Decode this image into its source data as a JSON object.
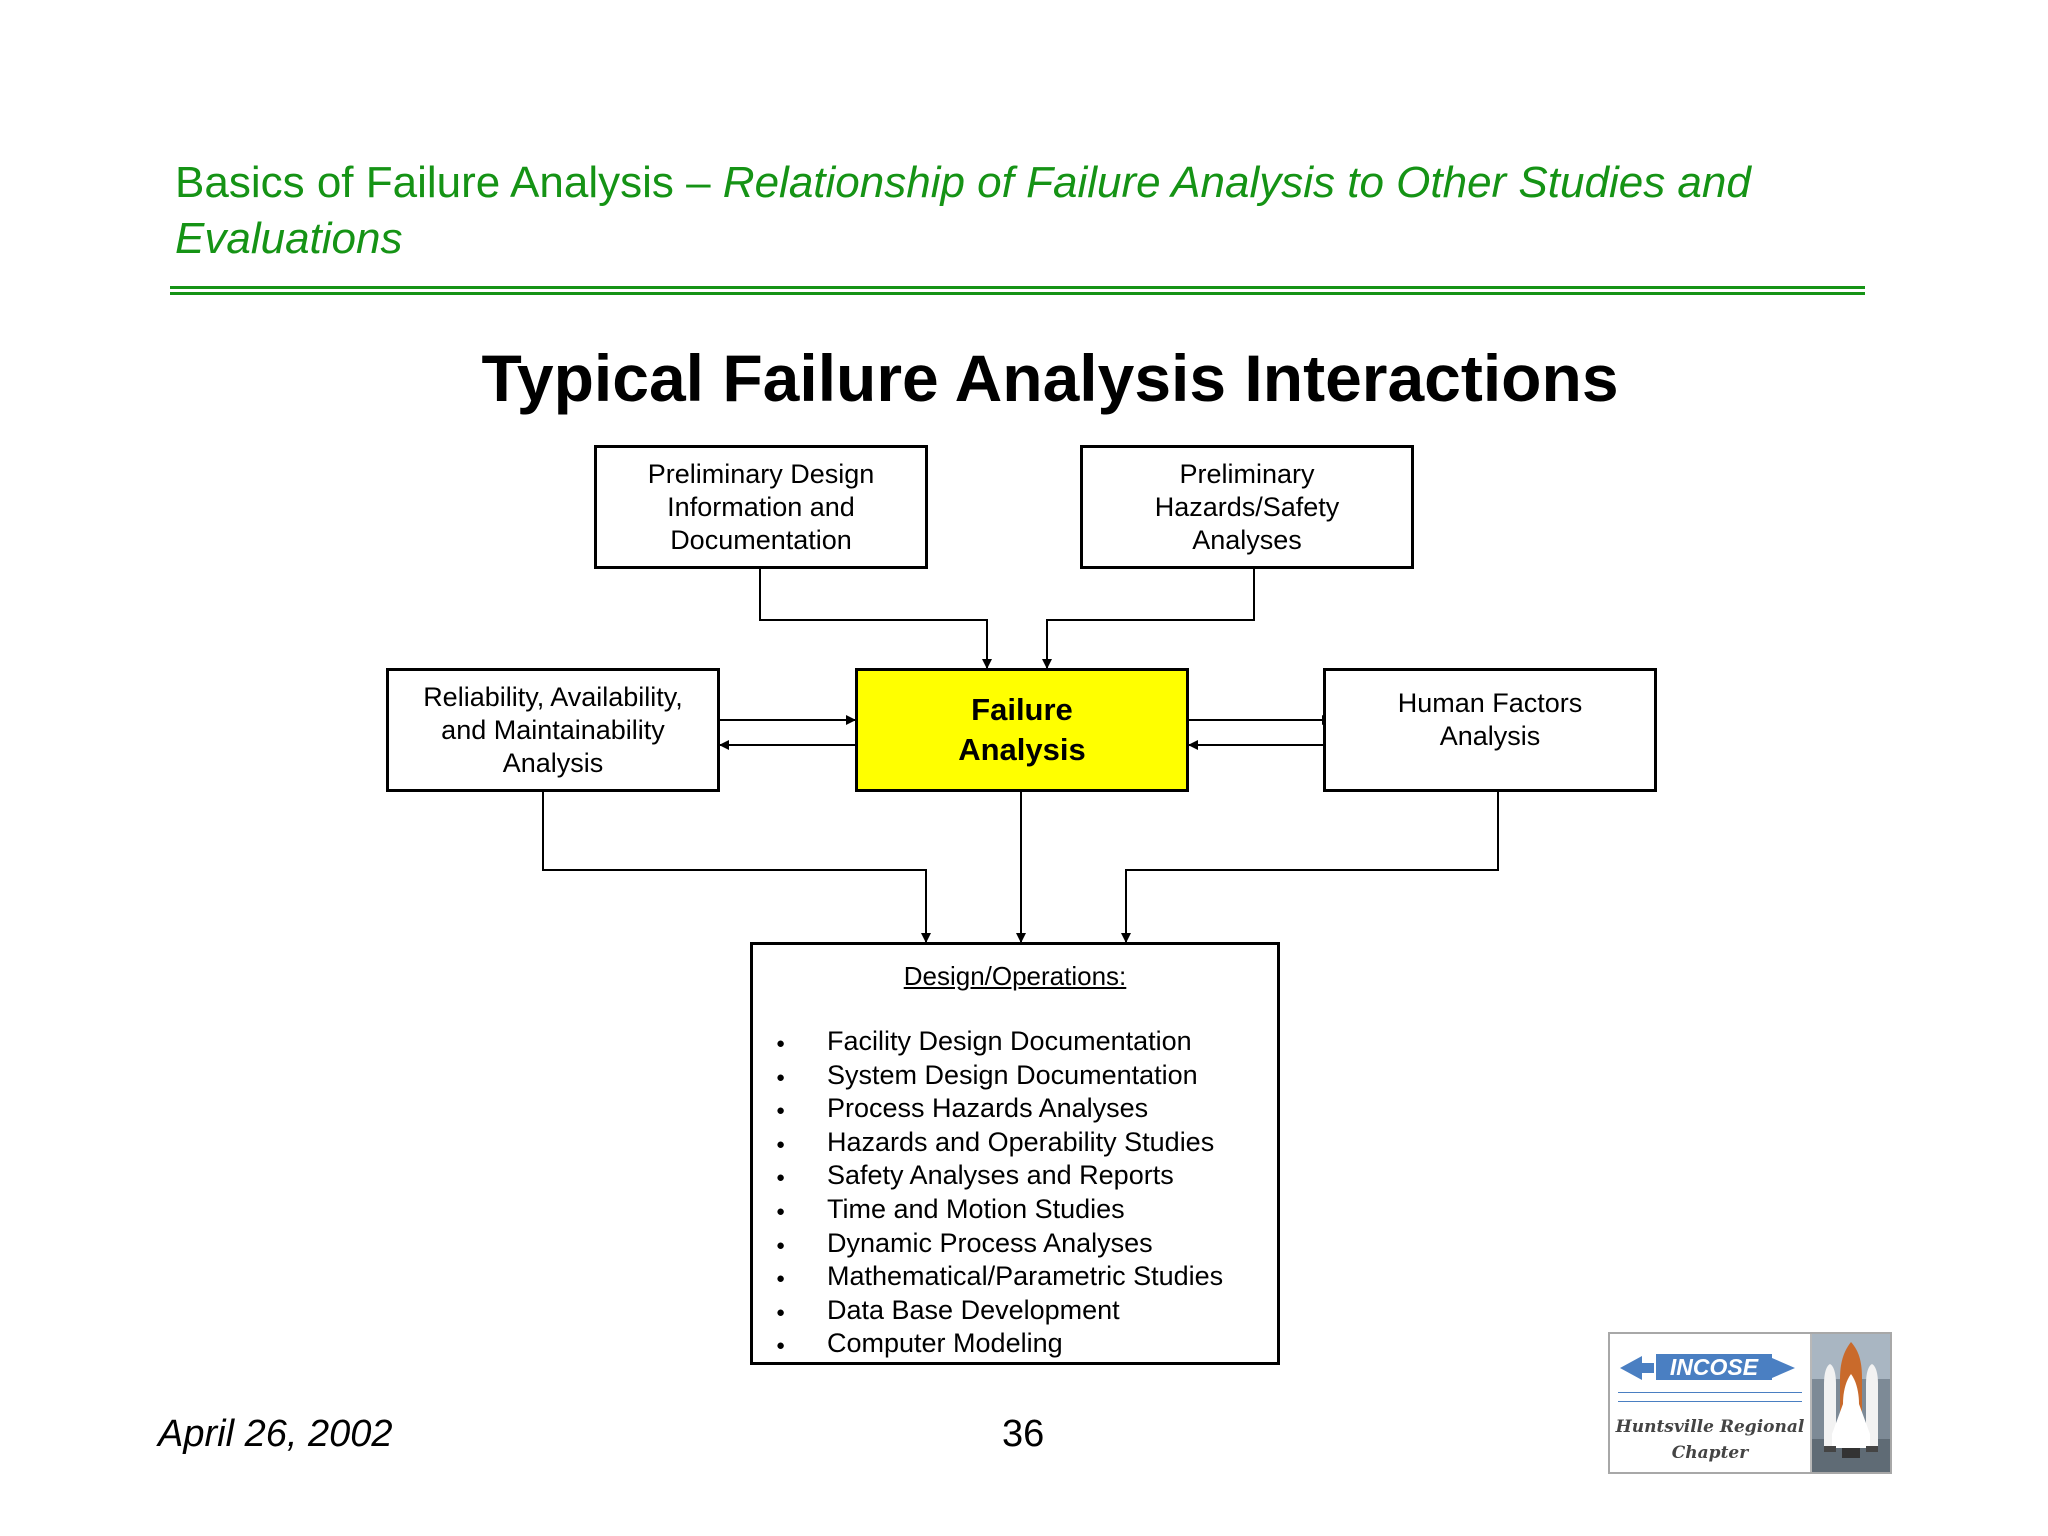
{
  "header": {
    "title_regular": "Basics of Failure Analysis – ",
    "title_italic": "Relationship of Failure Analysis to Other Studies and Evaluations",
    "color": "#159315"
  },
  "diagram": {
    "title": "Typical Failure Analysis Interactions",
    "nodes": {
      "preliminary_design": "Preliminary Design\nInformation and\nDocumentation",
      "preliminary_hazards": "Preliminary\nHazards/Safety\nAnalyses",
      "ram": "Reliability, Availability,\nand Maintainability\nAnalysis",
      "failure_analysis": "Failure\nAnalysis",
      "human_factors": "Human Factors\nAnalysis",
      "design_operations": {
        "heading": "Design/Operations:",
        "items": [
          "Facility Design Documentation",
          "System Design Documentation",
          "Process Hazards Analyses",
          "Hazards and Operability Studies",
          "Safety Analyses and Reports",
          "Time and Motion Studies",
          "Dynamic Process Analyses",
          "Mathematical/Parametric Studies",
          "Data Base Development",
          "Computer Modeling"
        ]
      }
    },
    "edges": [
      {
        "from": "preliminary_design",
        "to": "failure_analysis"
      },
      {
        "from": "preliminary_hazards",
        "to": "failure_analysis"
      },
      {
        "from": "ram",
        "to": "failure_analysis"
      },
      {
        "from": "failure_analysis",
        "to": "ram"
      },
      {
        "from": "failure_analysis",
        "to": "human_factors"
      },
      {
        "from": "human_factors",
        "to": "failure_analysis"
      },
      {
        "from": "ram",
        "to": "design_operations"
      },
      {
        "from": "failure_analysis",
        "to": "design_operations"
      },
      {
        "from": "human_factors",
        "to": "design_operations"
      }
    ],
    "highlight_color": "#ffff00"
  },
  "footer": {
    "date": "April 26, 2002",
    "page": "36"
  },
  "logo": {
    "name": "INCOSE",
    "chapter_line1": "Huntsville Regional",
    "chapter_line2": "Chapter"
  }
}
